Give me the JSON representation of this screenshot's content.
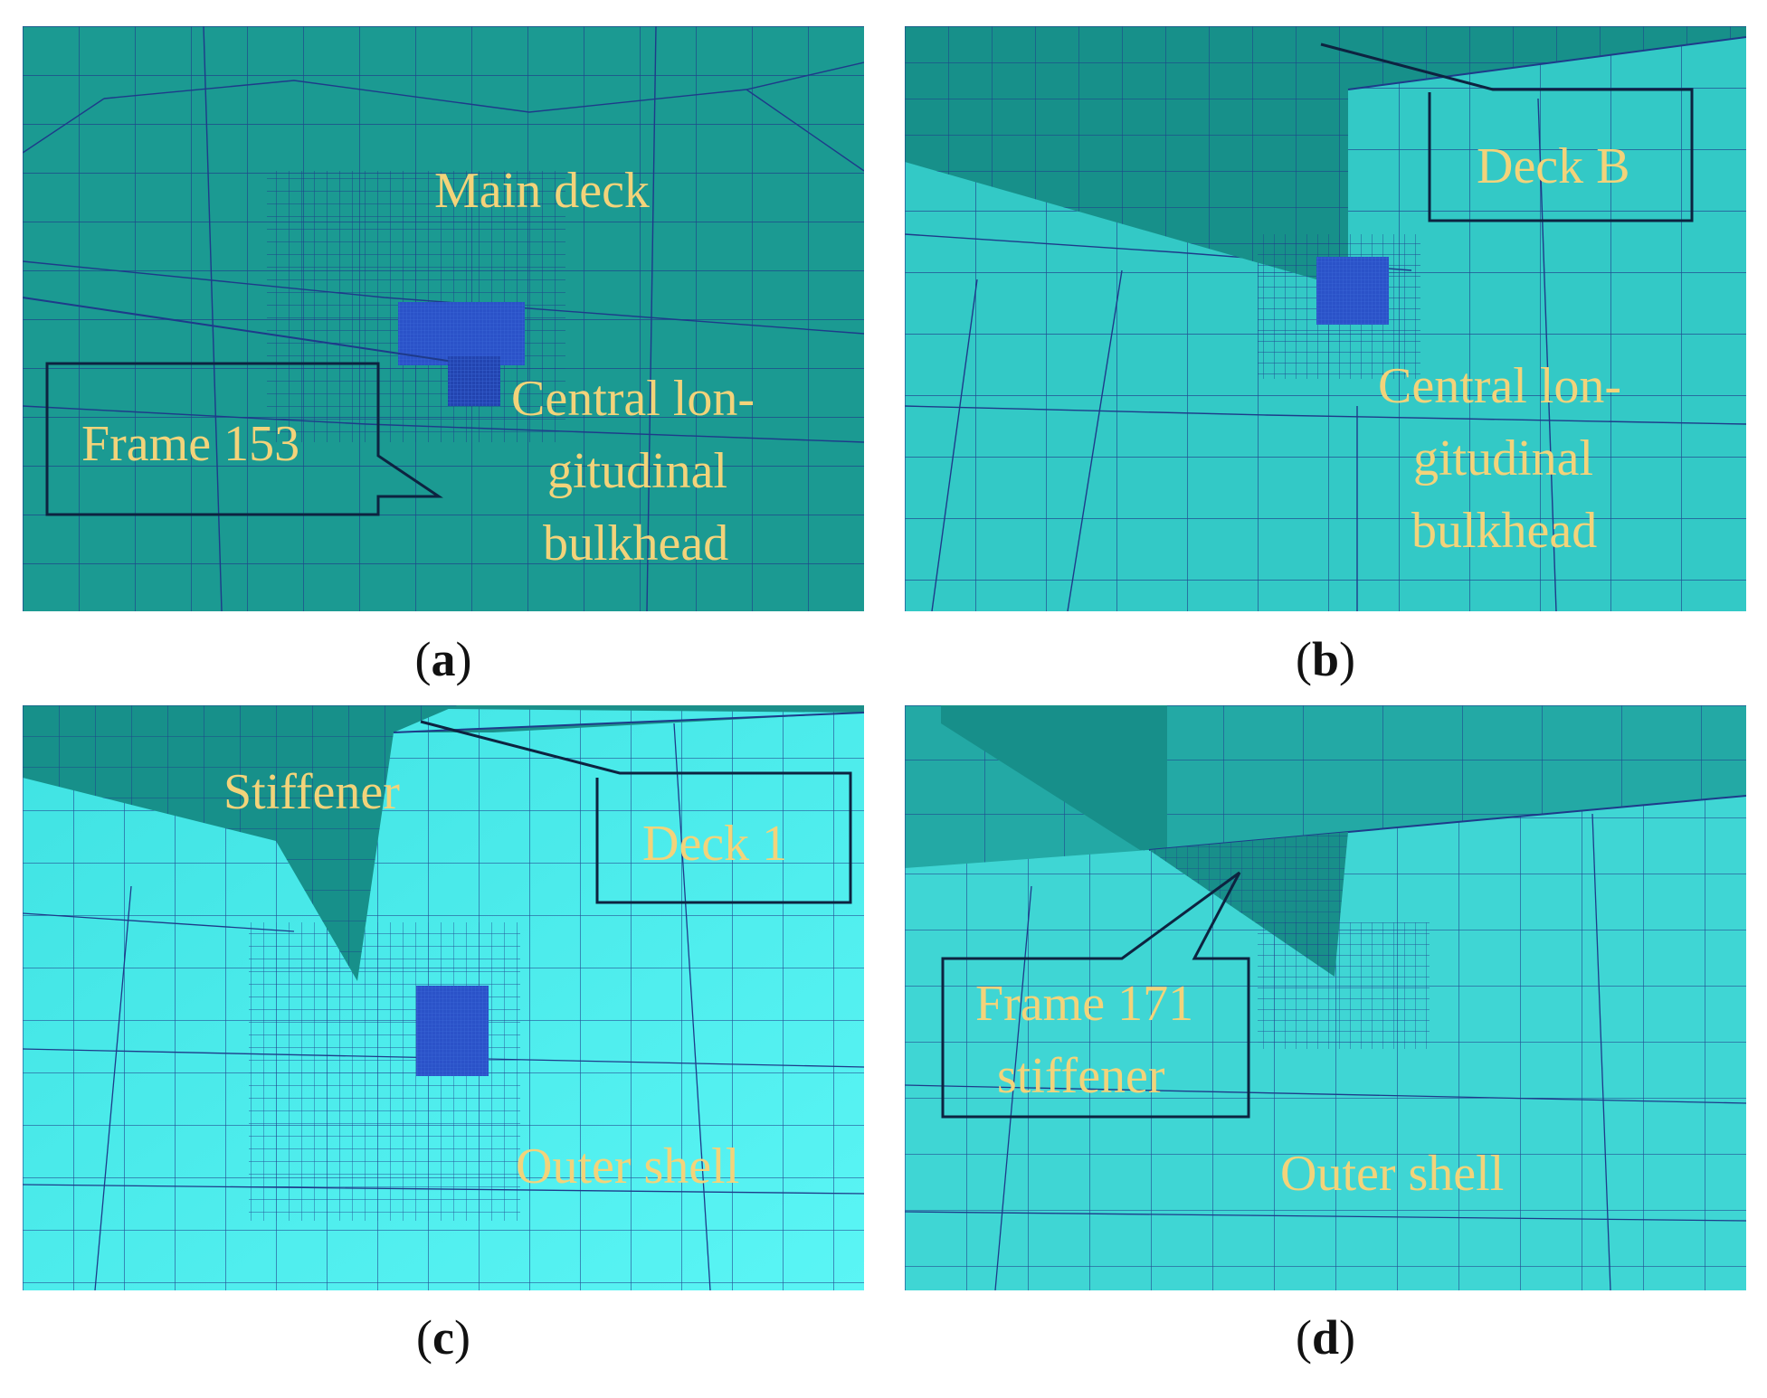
{
  "panels": {
    "a": {
      "caption_letter": "a",
      "labels": {
        "main_deck": "Main deck",
        "frame": "Frame 153",
        "bulkhead_1": "Central lon-",
        "bulkhead_2": "gitudinal",
        "bulkhead_3": "bulkhead"
      }
    },
    "b": {
      "caption_letter": "b",
      "labels": {
        "deck": "Deck B",
        "bulkhead_1": "Central lon-",
        "bulkhead_2": "gitudinal",
        "bulkhead_3": "bulkhead"
      }
    },
    "c": {
      "caption_letter": "c",
      "labels": {
        "stiffener": "Stiffener",
        "deck": "Deck 1",
        "shell": "Outer shell"
      }
    },
    "d": {
      "caption_letter": "d",
      "labels": {
        "frame_1": "Frame 171",
        "frame_2": "stiffener",
        "shell": "Outer shell"
      }
    }
  },
  "colors": {
    "dark_plate": "#1b8f8a",
    "mid_plate": "#2bbcbc",
    "light_plate": "#3ad8d8",
    "bright_plate": "#4de8e8",
    "mesh_line": "#1e3a8a",
    "fine_mesh": "#2a52c8",
    "label_text": "#f3d37a",
    "callout_line": "#0d2340"
  }
}
